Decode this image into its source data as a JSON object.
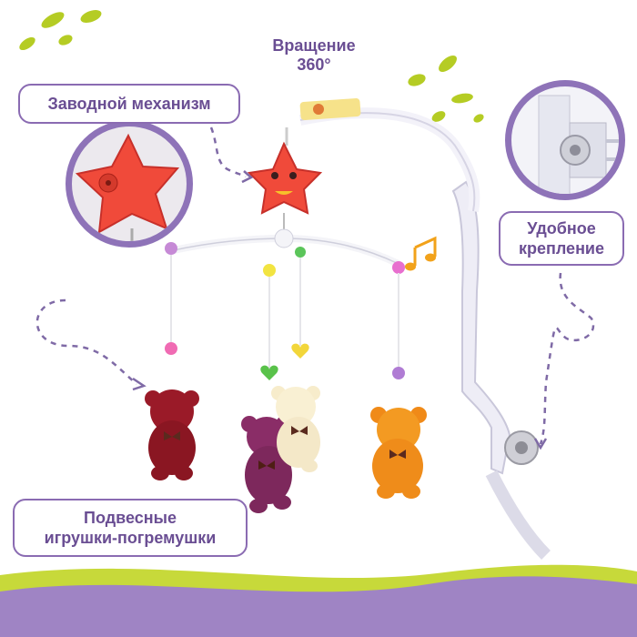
{
  "labels": {
    "rotation_line1": "Вращение",
    "rotation_line2": "360°",
    "wind_mechanism": "Заводной механизм",
    "mount_line1": "Удобное",
    "mount_line2": "крепление",
    "toys_line1": "Подвесные",
    "toys_line2": "игрушки-погремушки"
  },
  "colors": {
    "accent_purple": "#8a6bb2",
    "text_purple": "#6a4e93",
    "lime_green": "#b5cc24",
    "wave_purple": "#a58cc8"
  },
  "icons": [
    "music-note-icon",
    "star-mechanism-icon",
    "dashed-arrow-icon"
  ]
}
